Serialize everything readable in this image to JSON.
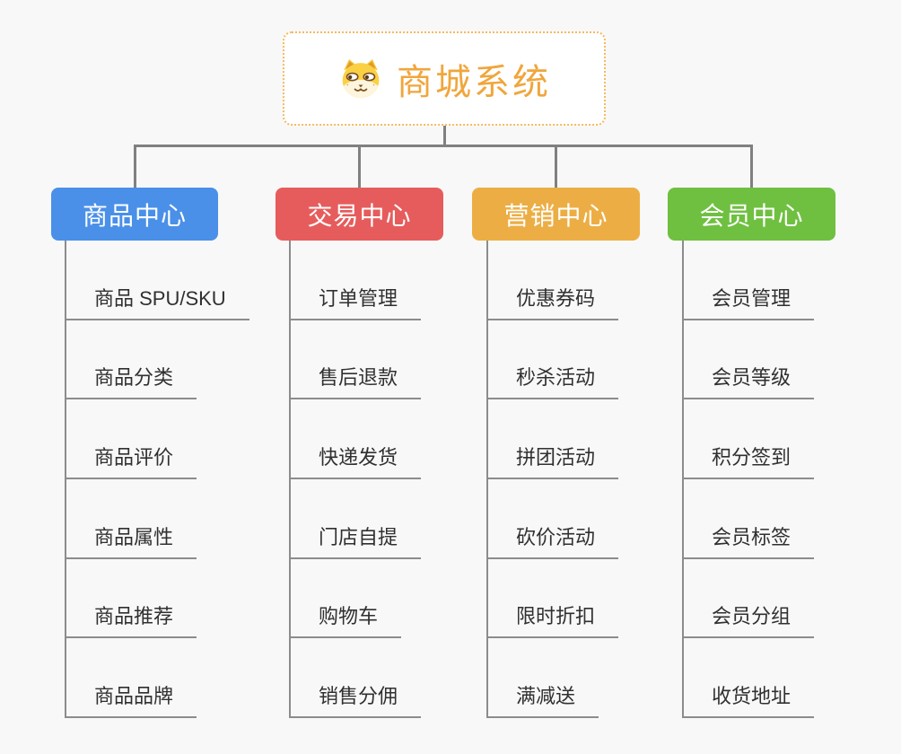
{
  "root": {
    "title": "商城系统",
    "icon": "dog-face-icon"
  },
  "branches": [
    {
      "label": "商品中心",
      "color": "#4a90e8",
      "children": [
        "商品 SPU/SKU",
        "商品分类",
        "商品评价",
        "商品属性",
        "商品推荐",
        "商品品牌"
      ]
    },
    {
      "label": "交易中心",
      "color": "#e65c5c",
      "children": [
        "订单管理",
        "售后退款",
        "快递发货",
        "门店自提",
        "购物车",
        "销售分佣"
      ]
    },
    {
      "label": "营销中心",
      "color": "#ecae44",
      "children": [
        "优惠券码",
        "秒杀活动",
        "拼团活动",
        "砍价活动",
        "限时折扣",
        "满减送"
      ]
    },
    {
      "label": "会员中心",
      "color": "#6fc040",
      "children": [
        "会员管理",
        "会员等级",
        "积分签到",
        "会员标签",
        "会员分组",
        "收货地址"
      ]
    }
  ],
  "colors": {
    "background": "#f8f8f8",
    "connector": "#808080",
    "spine_and_underline": "#8c8c8c",
    "root_border": "#f4ba5e",
    "root_text": "#f0a63c",
    "leaf_text": "#303030",
    "branch_text": "#ffffff"
  }
}
